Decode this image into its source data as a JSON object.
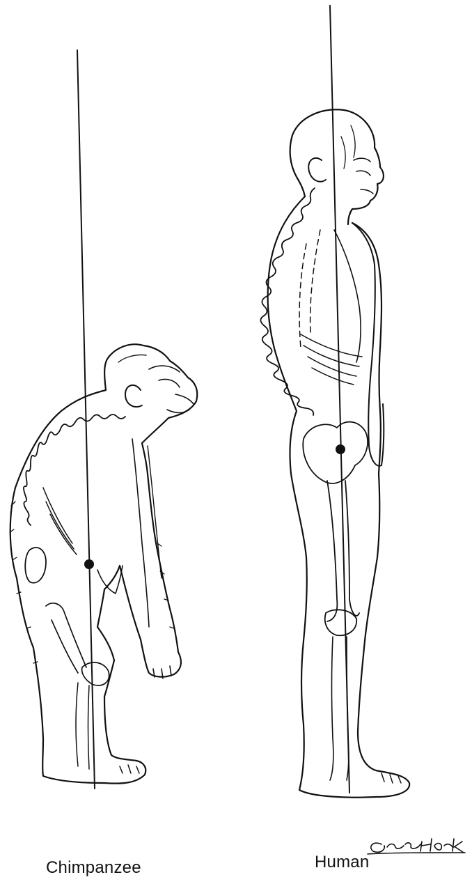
{
  "labels": {
    "chimpanzee": "Chimpanzee",
    "human": "Human"
  },
  "signature": "GregHorok",
  "colors": {
    "ink": "#111111",
    "background": "#ffffff"
  }
}
